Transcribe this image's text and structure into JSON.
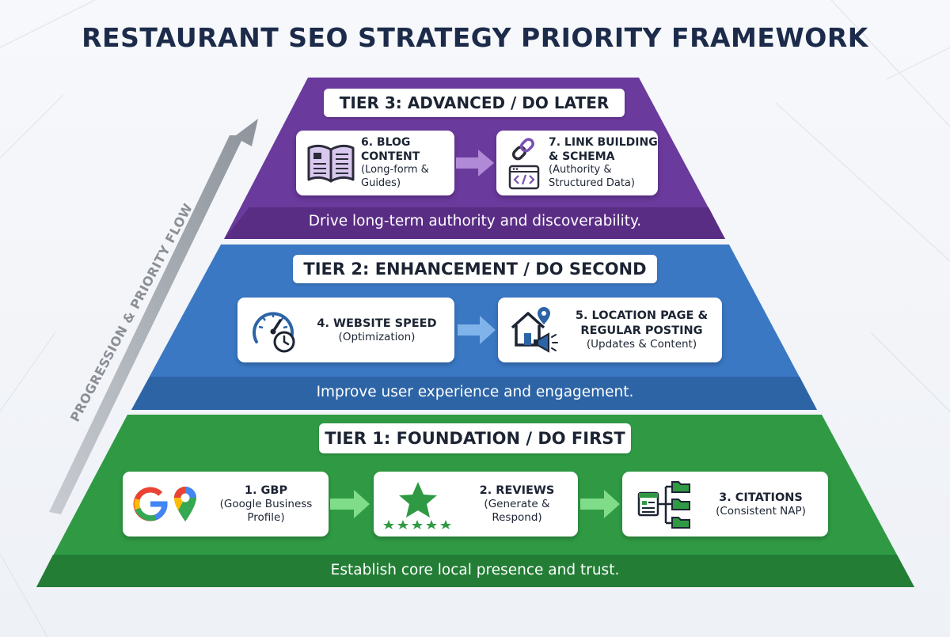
{
  "title": "RESTAURANT SEO STRATEGY PRIORITY FRAMEWORK",
  "flow_label": "PROGRESSION & PRIORITY FLOW",
  "colors": {
    "title": "#1c2b4a",
    "tier3": "#6a3a9c",
    "tier3_band": "#5a2d85",
    "tier2": "#3a78c4",
    "tier2_band": "#2d64a6",
    "tier1": "#2f9a43",
    "tier1_band": "#237d35",
    "flow_arrow": "#9aa0a8"
  },
  "tiers": [
    {
      "title": "TIER 3: ADVANCED / DO LATER",
      "tagline": "Drive long-term authority and discoverability.",
      "cards": [
        {
          "main": [
            "6. BLOG",
            "CONTENT"
          ],
          "sub": [
            "(Long-form &",
            "Guides)"
          ],
          "icon": "open-book-icon"
        },
        {
          "main": [
            "7. LINK BUILDING",
            "& SCHEMA"
          ],
          "sub": [
            "(Authority &",
            "Structured Data)"
          ],
          "icon": "chain-link-code-icon"
        }
      ]
    },
    {
      "title": "TIER 2: ENHANCEMENT / DO SECOND",
      "tagline": "Improve user experience and engagement.",
      "cards": [
        {
          "main": [
            "4. WEBSITE SPEED"
          ],
          "sub": [
            "(Optimization)"
          ],
          "icon": "speedometer-clock-icon"
        },
        {
          "main": [
            "5. LOCATION PAGE &",
            "REGULAR POSTING"
          ],
          "sub": [
            "(Updates & Content)"
          ],
          "icon": "house-pin-megaphone-icon"
        }
      ]
    },
    {
      "title": "TIER 1: FOUNDATION / DO FIRST",
      "tagline": "Establish core local presence and trust.",
      "cards": [
        {
          "main": [
            "1. GBP"
          ],
          "sub": [
            "(Google Business",
            "Profile)"
          ],
          "icon": "google-maps-icon"
        },
        {
          "main": [
            "2. REVIEWS"
          ],
          "sub": [
            "(Generate &",
            "Respond)"
          ],
          "icon": "star-rating-icon"
        },
        {
          "main": [
            "3. CITATIONS"
          ],
          "sub": [
            "(Consistent NAP)"
          ],
          "icon": "directory-listing-icon"
        }
      ]
    }
  ]
}
